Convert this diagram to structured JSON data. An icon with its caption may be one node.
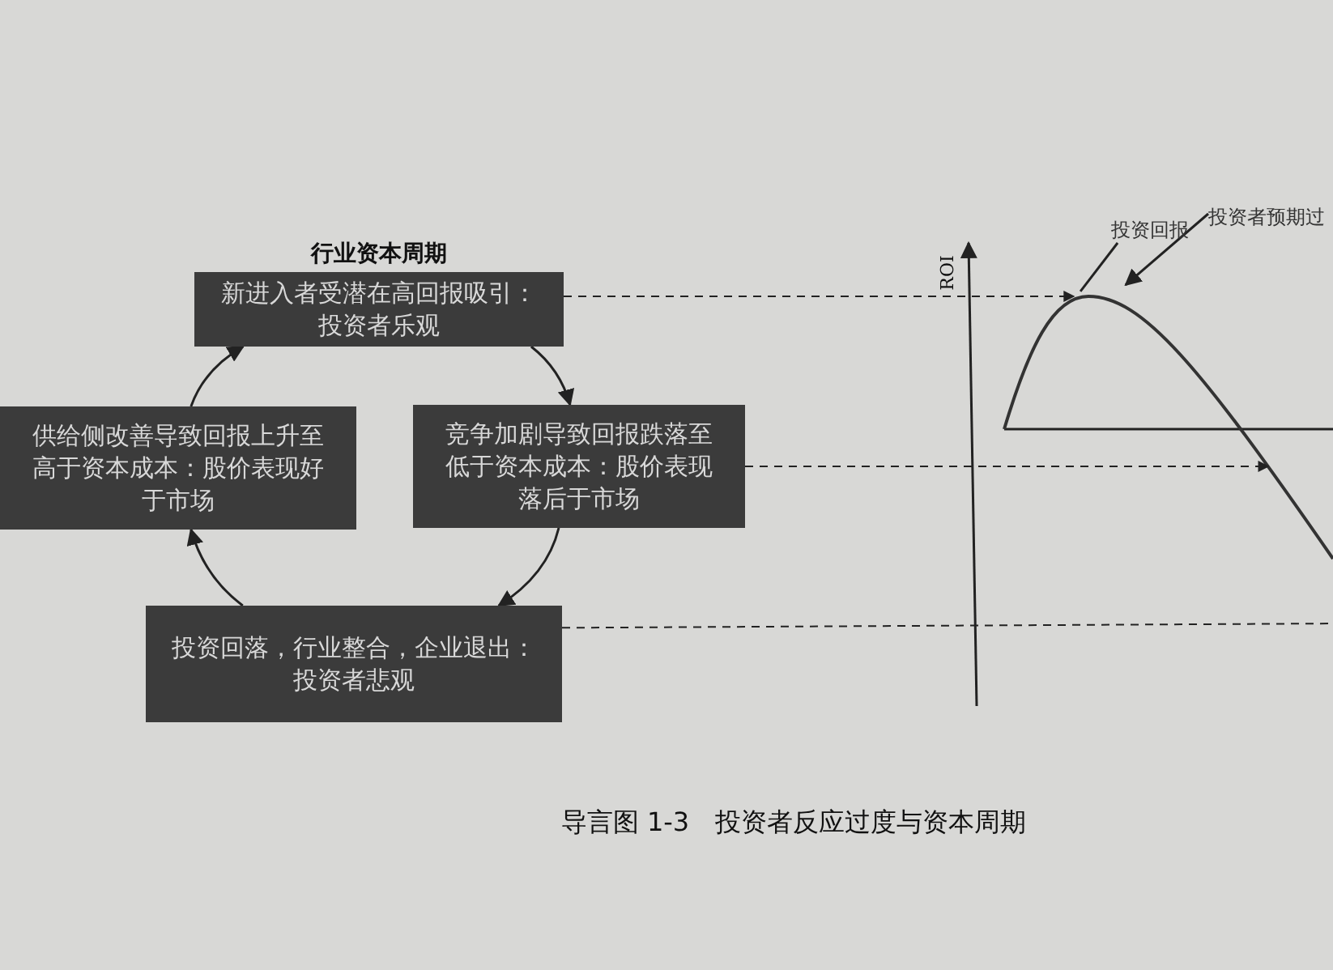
{
  "diagram": {
    "title": "行业资本周期",
    "caption": "导言图 1-3　投资者反应过度与资本周期",
    "nodes": [
      {
        "text": [
          "新进入者受潜在高回报吸引：投资者乐观"
        ]
      },
      {
        "text": [
          "竞争加剧导致回报跌落至低于资本成本：股价表现落后于市场"
        ]
      },
      {
        "text": [
          "投资回落，行业整合，企业退出：投资者悲观"
        ]
      },
      {
        "text": [
          "供给侧改善导致回报上升至高于资本成本：股价表现好于市场"
        ]
      },
      {
        "text": [
          "投资回报"
        ]
      },
      {
        "text": [
          "投资者预期过"
        ]
      },
      {
        "text": [],
        "shape": "picture"
      }
    ],
    "edges": [
      {
        "from": 0,
        "to": 1,
        "arrow": "to"
      },
      {
        "from": 1,
        "to": 2,
        "arrow": "to"
      },
      {
        "from": 2,
        "to": 3,
        "arrow": "to"
      },
      {
        "from": 3,
        "to": 0,
        "arrow": "to"
      },
      {
        "from": 0,
        "to": 6,
        "arrow": "to",
        "style": "dashed"
      },
      {
        "from": 1,
        "to": 6,
        "arrow": "to",
        "style": "dashed"
      },
      {
        "from": 2,
        "to": 6,
        "arrow": "none",
        "style": "dashed"
      },
      {
        "from": 4,
        "to": 6,
        "arrow": "none"
      },
      {
        "from": 5,
        "to": 6,
        "arrow": "to"
      }
    ],
    "labels": [
      "ROI"
    ]
  }
}
